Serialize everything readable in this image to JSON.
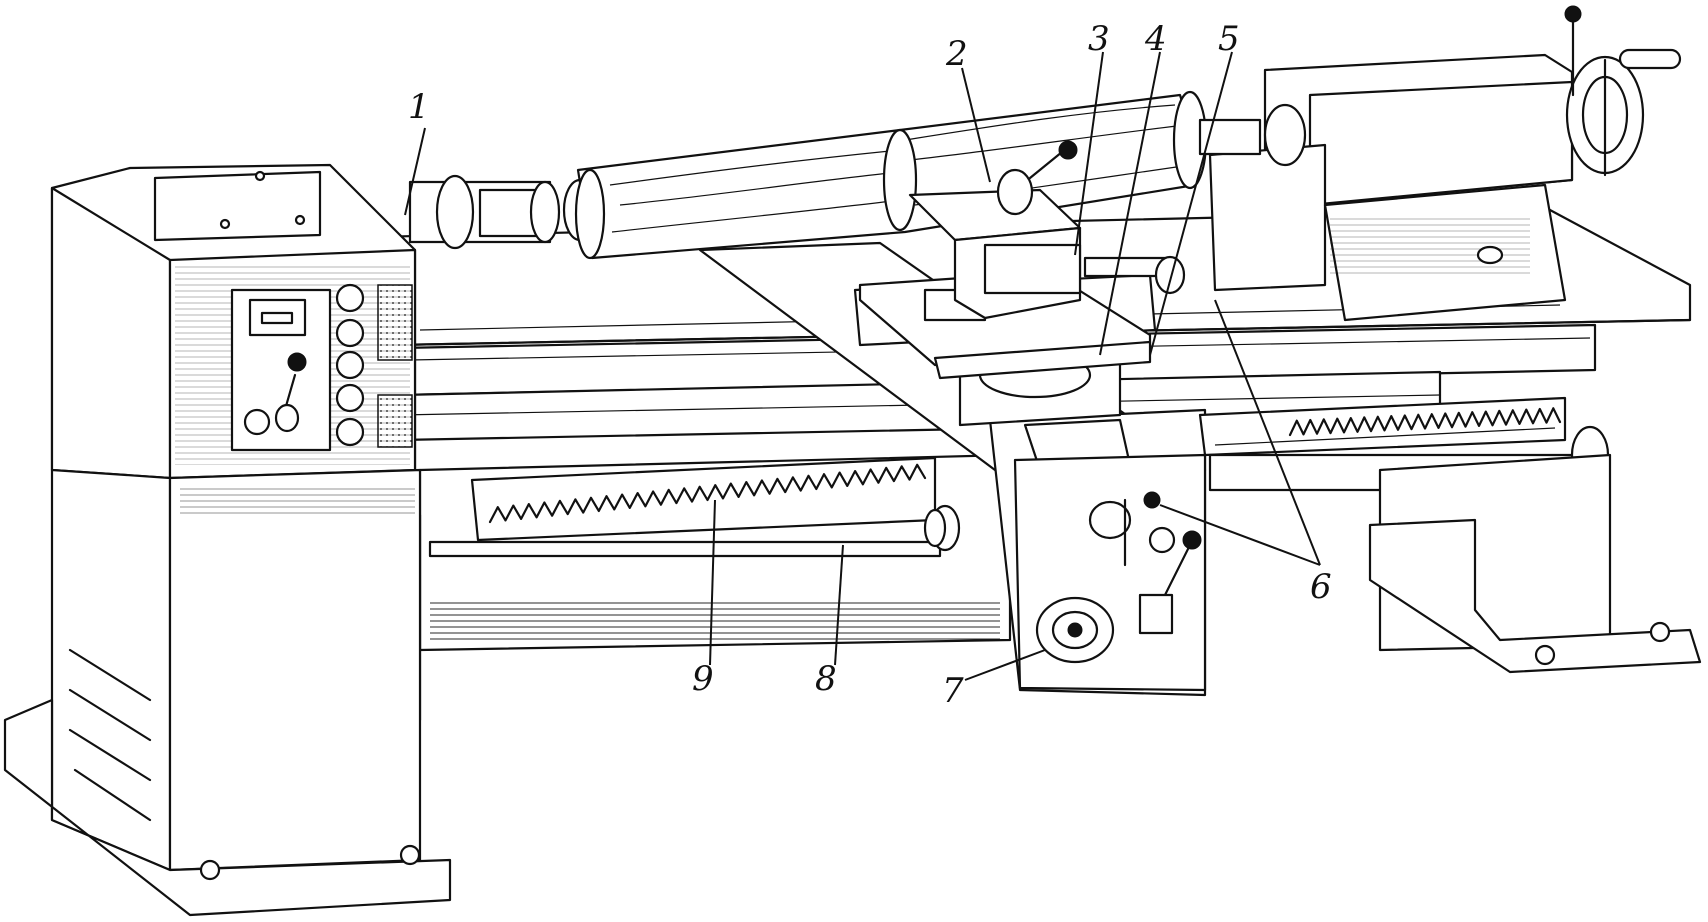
{
  "figure": {
    "subject": "lathe",
    "callouts": [
      "1",
      "2",
      "3",
      "4",
      "5",
      "6",
      "7",
      "8",
      "9"
    ]
  },
  "colors": {
    "ink": "#111111",
    "paper": "#ffffff"
  }
}
